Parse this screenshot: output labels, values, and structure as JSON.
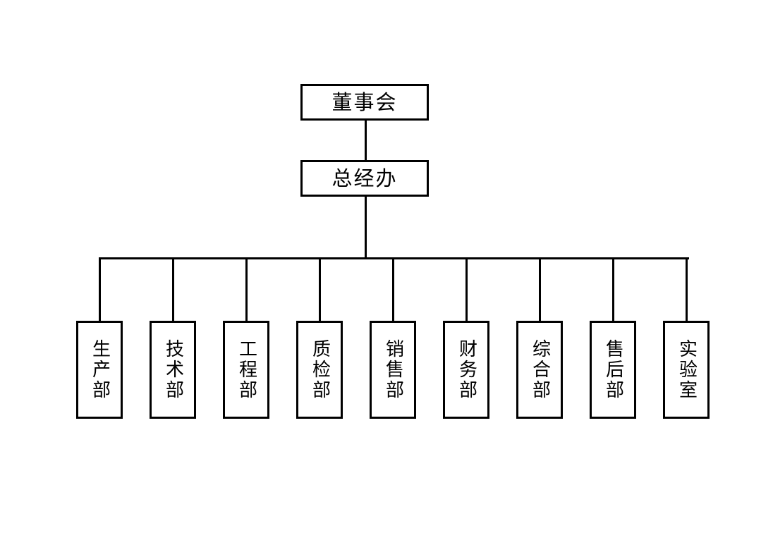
{
  "chart": {
    "type": "org-chart",
    "title": "",
    "background_color": "#ffffff",
    "line_color": "#000000",
    "box_border_color": "#000000",
    "box_fill_color": "#ffffff",
    "orientation": "top-down",
    "levels": 3
  },
  "nodes": {
    "board": {
      "label": "董事会",
      "level": 1,
      "text_orientation": "horizontal"
    },
    "gm_office": {
      "label": "总经办",
      "level": 2,
      "text_orientation": "horizontal"
    },
    "departments": [
      {
        "label": "生产部",
        "level": 3,
        "text_orientation": "vertical"
      },
      {
        "label": "技术部",
        "level": 3,
        "text_orientation": "vertical"
      },
      {
        "label": "工程部",
        "level": 3,
        "text_orientation": "vertical"
      },
      {
        "label": "质检部",
        "level": 3,
        "text_orientation": "vertical"
      },
      {
        "label": "销售部",
        "level": 3,
        "text_orientation": "vertical"
      },
      {
        "label": "财务部",
        "level": 3,
        "text_orientation": "vertical"
      },
      {
        "label": "综合部",
        "level": 3,
        "text_orientation": "vertical"
      },
      {
        "label": "售后部",
        "level": 3,
        "text_orientation": "vertical"
      },
      {
        "label": "实验室",
        "level": 3,
        "text_orientation": "vertical"
      }
    ]
  },
  "edges": [
    {
      "from": "董事会",
      "to": "总经办"
    },
    {
      "from": "总经办",
      "to": "生产部"
    },
    {
      "from": "总经办",
      "to": "技术部"
    },
    {
      "from": "总经办",
      "to": "工程部"
    },
    {
      "from": "总经办",
      "to": "质检部"
    },
    {
      "from": "总经办",
      "to": "销售部"
    },
    {
      "from": "总经办",
      "to": "财务部"
    },
    {
      "from": "总经办",
      "to": "综合部"
    },
    {
      "from": "总经办",
      "to": "售后部"
    },
    {
      "from": "总经办",
      "to": "实验室"
    }
  ]
}
